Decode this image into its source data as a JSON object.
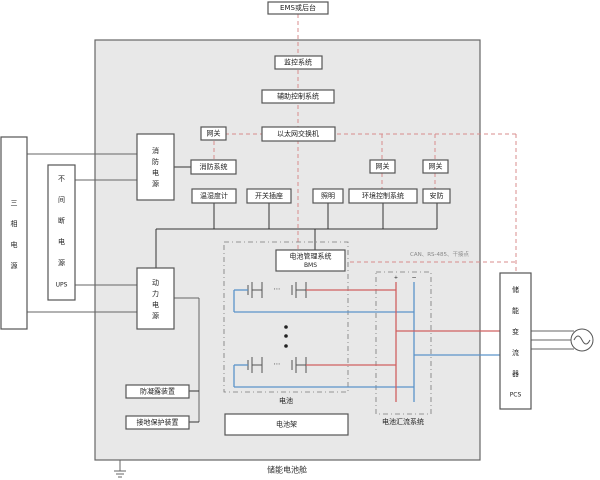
{
  "diagram": {
    "title": "储能电池舱",
    "top": {
      "ems_backend": "EMS或后台",
      "monitor": "监控系统",
      "aux_control": "辅助控制系统",
      "ethernet_switch": "以太网交换机"
    },
    "gateways": {
      "left": "网关",
      "env": "网关",
      "security": "网关"
    },
    "fire": {
      "fire_system": "消防系统",
      "fire_power": [
        "消",
        "防",
        "电",
        "源"
      ]
    },
    "subsystems": {
      "temp_humidity": "温湿度计",
      "switch_socket": "开关插座",
      "lighting": "照明",
      "env_control": "环境控制系统",
      "security": "安防"
    },
    "external": {
      "three_phase": [
        "三",
        "相",
        "电",
        "源"
      ],
      "ups": [
        "不",
        "间",
        "断",
        "电",
        "源",
        "UPS"
      ],
      "pcs": [
        "储",
        "能",
        "变",
        "流",
        "器",
        "PCS"
      ]
    },
    "power": {
      "motive_power": [
        "动",
        "力",
        "电",
        "源"
      ]
    },
    "bms": {
      "line1": "电池管理系统",
      "line2": "BMS"
    },
    "comm_note": "CAN、RS-485、干接点",
    "battery": {
      "dots": "⋯",
      "battery_label": "电池",
      "rack_label": "电池架",
      "combiner_label": "电池汇流系统",
      "plus": "+",
      "minus": "−"
    },
    "protection": {
      "anti_condensation": "防凝露装置",
      "grounding": "接地保护装置"
    },
    "icons": {
      "ac_source": "ac-sine-icon",
      "ground": "ground-icon"
    },
    "colors": {
      "positive_bus": "#d06060",
      "negative_bus": "#5b93c9",
      "comm_link": "#d98c8c",
      "cabin_fill": "#e8e8e8"
    }
  }
}
